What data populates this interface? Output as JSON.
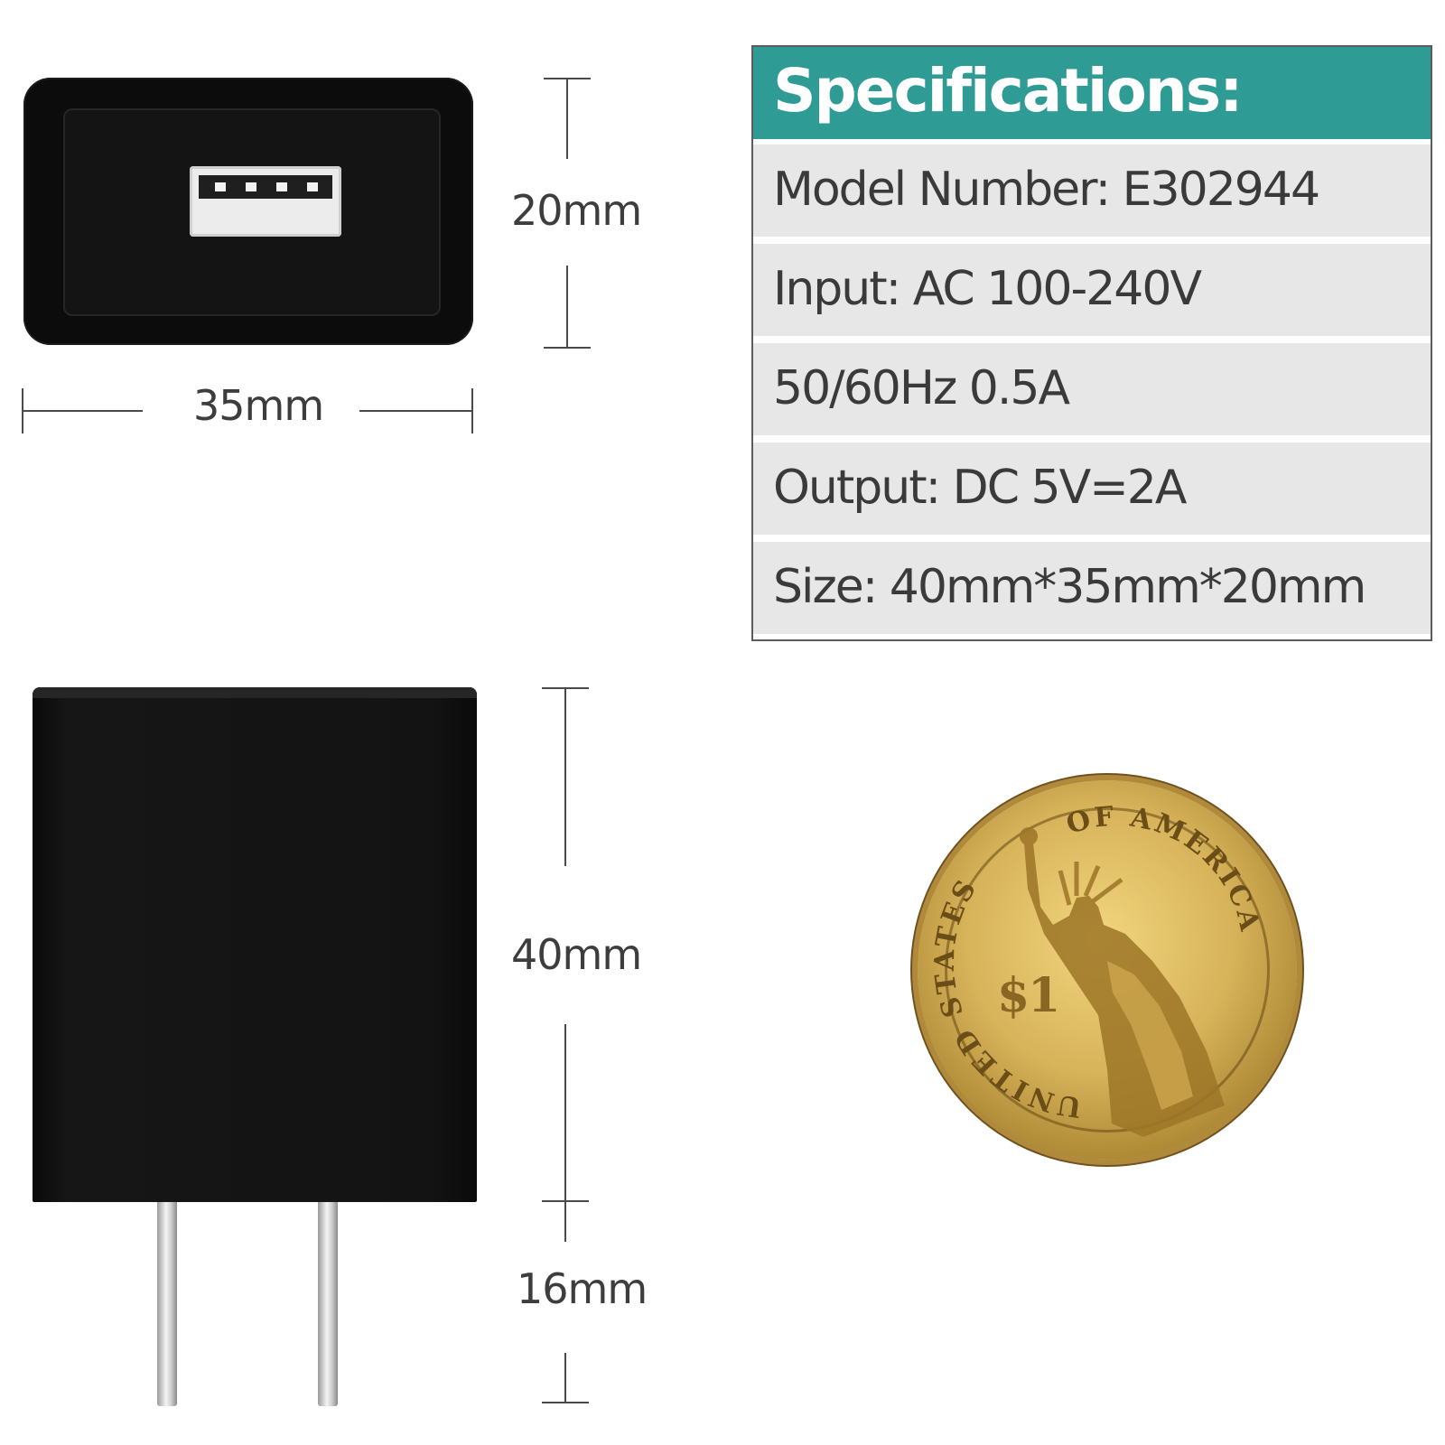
{
  "dimensions": {
    "top_height": "20mm",
    "top_width": "35mm",
    "body_height": "40mm",
    "prong_length": "16mm"
  },
  "specifications": {
    "title": "Specifications:",
    "rows": [
      "Model Number: E302944",
      "Input: AC 100-240V",
      "50/60Hz 0.5A",
      "Output: DC 5V=2A",
      "Size: 40mm*35mm*20mm"
    ]
  },
  "coin": {
    "denomination": "$1",
    "legend_top": "OF AMERICA",
    "legend_left": "UNITED STATES"
  },
  "colors": {
    "accent": "#2f9b95",
    "row_background": "#e7e7e7",
    "product": "#121212",
    "coin": "#d7b35a"
  }
}
